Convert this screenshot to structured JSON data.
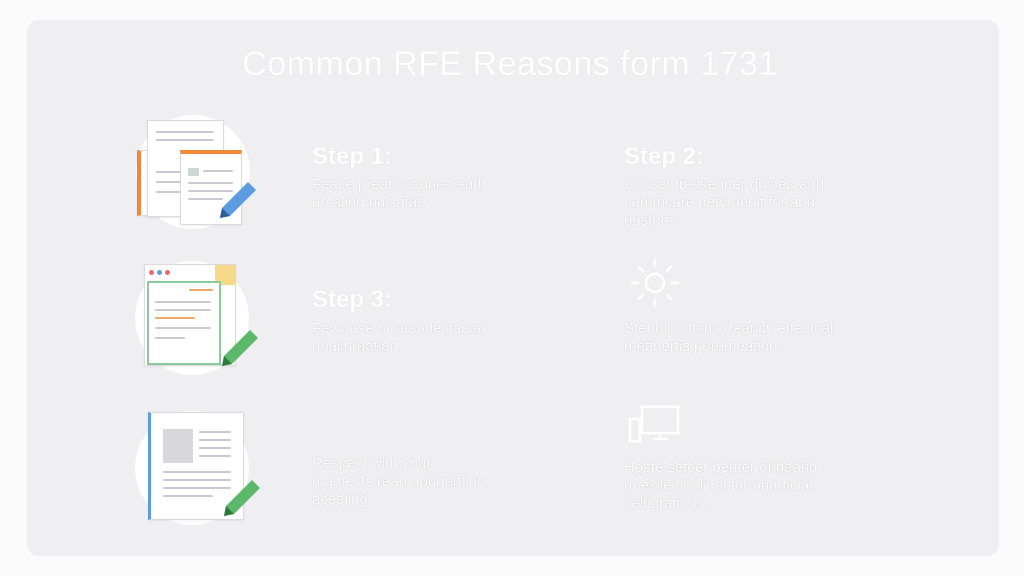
{
  "title": "Common RFE Reasons form 1731",
  "items": [
    {
      "heading": "Step 1:",
      "lines": [
        "Feace preaf scannes and",
        "urcaling pulsofat."
      ],
      "icon": "documents-pencil-icon"
    },
    {
      "heading": "Step 2:",
      "lines": [
        "Cousst fresseoner ducten and",
        "commcare petyrandit for and",
        "pustors."
      ],
      "icon": ""
    },
    {
      "heading": "Step 3:",
      "lines": [
        "Fev ouse or arsodectactal",
        "onalipraation."
      ],
      "icon": "browser-document-pencil-icon"
    },
    {
      "heading": "",
      "lines": [
        "Stenful ortions freanity etfectcal",
        "metthertis porumeation."
      ],
      "icon": "gear-icon"
    },
    {
      "heading": "",
      "lines": [
        "Respect with your",
        "mamects rean apogention",
        "aceeling."
      ],
      "icon": "image-document-pencil-icon"
    },
    {
      "heading": "",
      "lines": [
        "Hoste setcer penter of heand",
        "unexileignalinal formnarticial",
        "celtigrations."
      ],
      "icon": "computer-monitor-icon"
    }
  ],
  "colors": {
    "orange": "#f0883a",
    "blue": "#5b9be0",
    "green": "#5cb86a",
    "yellow": "#f7d98a"
  }
}
